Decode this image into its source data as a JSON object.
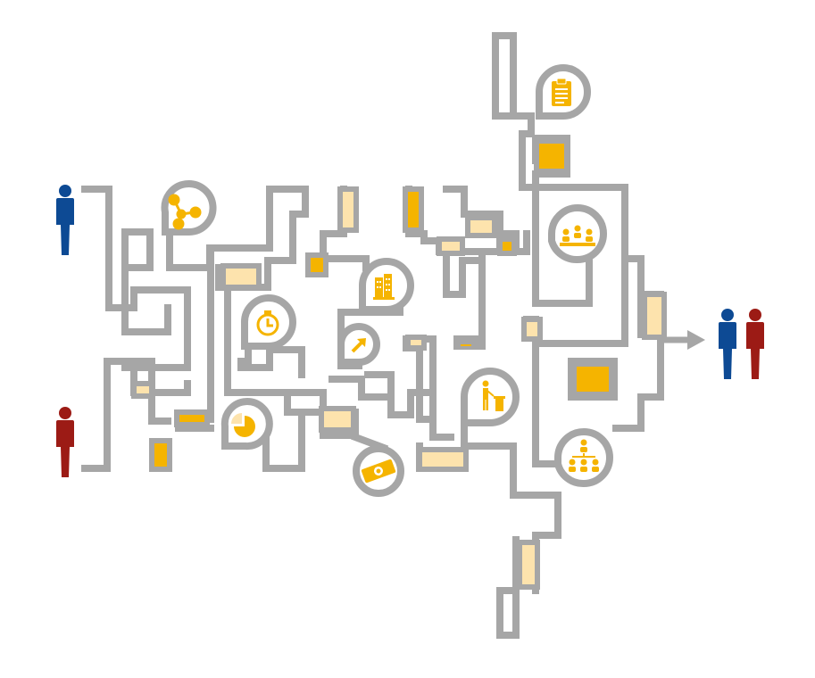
{
  "colors": {
    "pipe": "#a6a6a6",
    "accent": "#f5b400",
    "accent_light": "#fde3ad",
    "person_blue": "#0d4a94",
    "person_red": "#9c1b15",
    "background": "#ffffff"
  },
  "figure": {
    "start_people": [
      {
        "name": "person-blue-icon",
        "color": "person_blue"
      },
      {
        "name": "person-red-icon",
        "color": "person_red"
      }
    ],
    "end_people": [
      {
        "name": "person-blue-icon",
        "color": "person_blue"
      },
      {
        "name": "person-red-icon",
        "color": "person_red"
      }
    ],
    "nodes": [
      {
        "name": "network-icon"
      },
      {
        "name": "stopwatch-icon"
      },
      {
        "name": "pie-chart-icon"
      },
      {
        "name": "buildings-icon"
      },
      {
        "name": "growth-arrow-icon"
      },
      {
        "name": "money-exchange-icon"
      },
      {
        "name": "clipboard-icon"
      },
      {
        "name": "team-meeting-icon"
      },
      {
        "name": "presenter-podium-icon"
      },
      {
        "name": "org-chart-icon"
      }
    ],
    "arrow": {
      "name": "arrow-right-icon"
    }
  }
}
